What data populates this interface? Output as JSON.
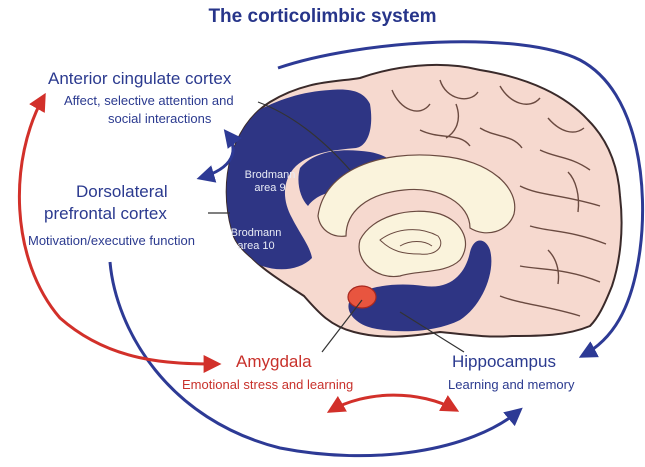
{
  "title": "The corticolimbic system",
  "labels": {
    "acc_title": "Anterior cingulate cortex",
    "acc_sub1": "Affect, selective attention and",
    "acc_sub2": "social interactions",
    "dlpfc_title1": "Dorsolateral",
    "dlpfc_title2": "prefrontal cortex",
    "dlpfc_sub": "Motivation/executive function",
    "amygdala_title": "Amygdala",
    "amygdala_sub": "Emotional stress and learning",
    "hippo_title": "Hippocampus",
    "hippo_sub": "Learning and memory",
    "ba9_line1": "Brodmann",
    "ba9_line2": "area 9",
    "ba10_line1": "Brodmann",
    "ba10_line2": "area 10"
  },
  "colors": {
    "title": "#27358a",
    "blue_text": "#2b3a8f",
    "red_text": "#c8312b",
    "brain_fill": "#f6d9cf",
    "brain_region": "#2e3584",
    "amygdala": "#e8553f",
    "arrow_blue": "#2d3a95",
    "arrow_red": "#d2302a",
    "ventricle": "#faf3dc"
  }
}
